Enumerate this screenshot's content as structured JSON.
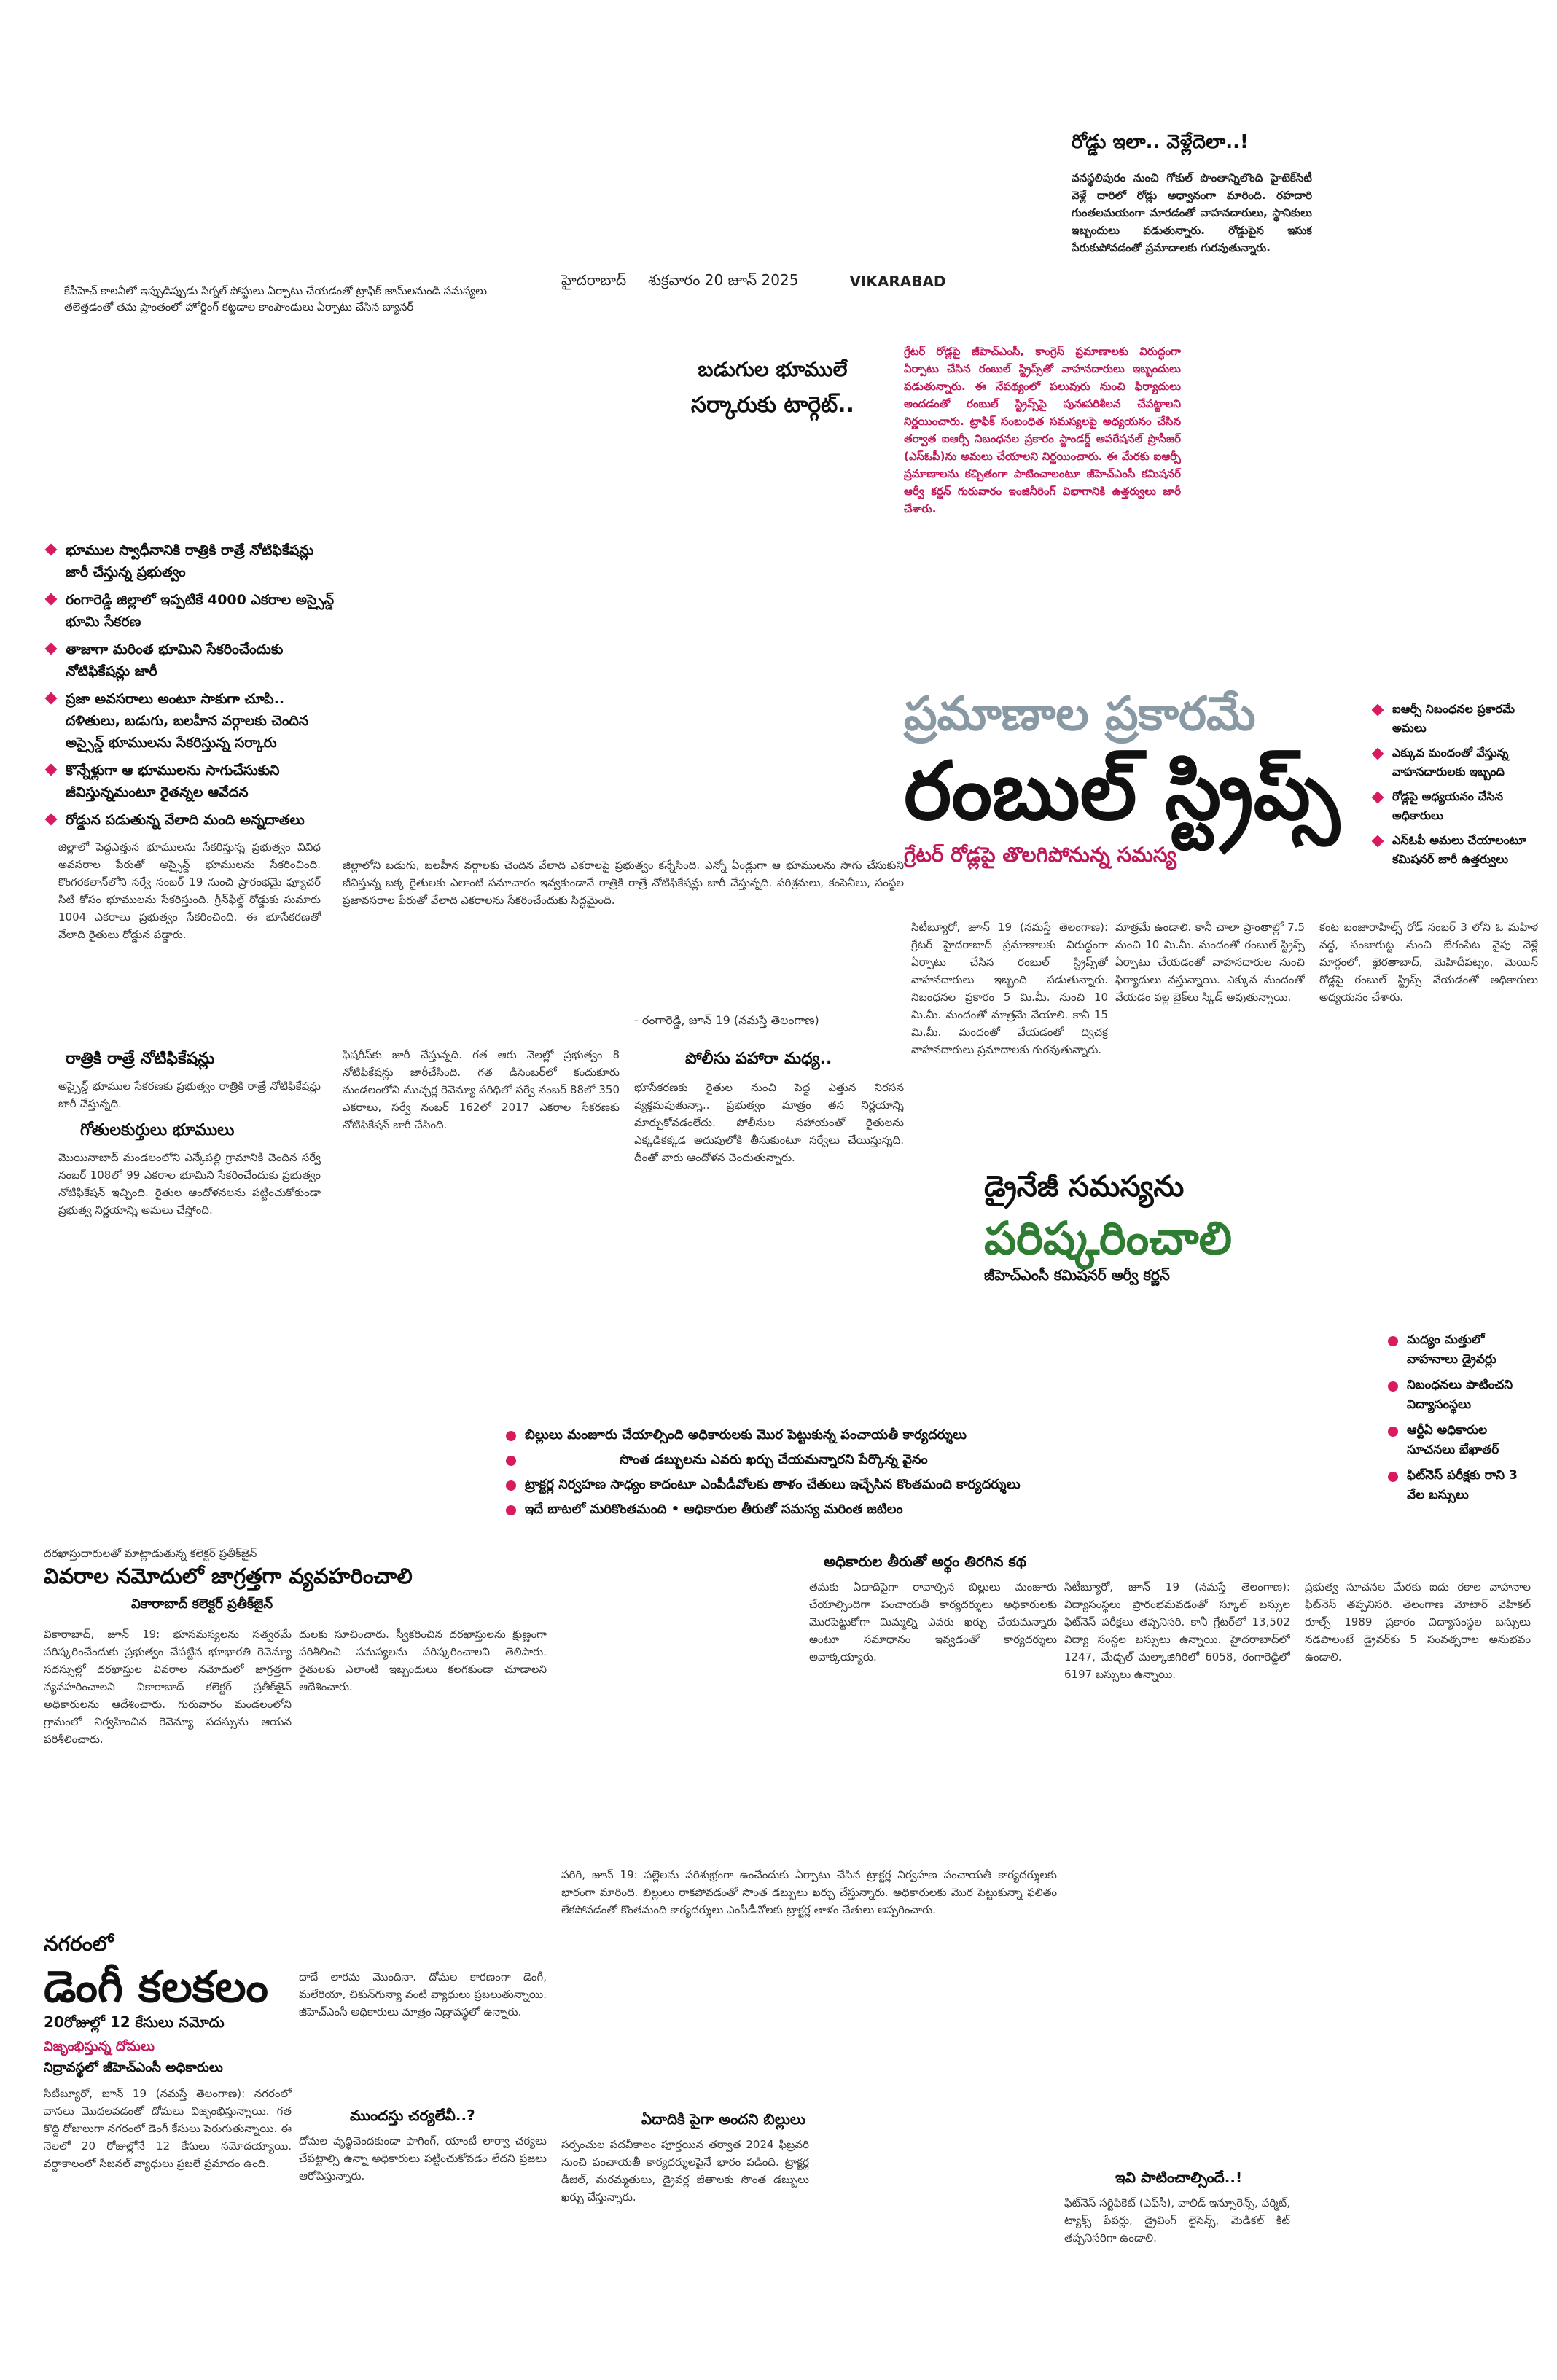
{
  "header": {
    "city": "హైదరాబాద్",
    "date": "శుక్రవారం 20 జూన్ 2025",
    "district": "VIKARABAD",
    "top_caption": "కేపీహెచ్ కాలనీలో ఇప్పుడిప్పుడు సిగ్నల్ పోస్టులు ఏర్పాటు చేయడంతో ట్రాఫిక్ జామ్‌లనుండి సమస్యలు",
    "top_caption2": "తలెత్తడంతో తమ ప్రాంతంలో హోర్డింగ్ కట్టడాల కాంపౌండులు ఏర్పాటు చేసిన బ్యానర్"
  },
  "roads_box": {
    "title": "రోడ్డు ఇలా.. వెళ్లేదెలా..!",
    "body": "వనస్థలిపురం నుంచి గోకుల్ పొంతాన్నిలొంది హైటెక్‌సిటీ వెళ్లే దారిలో రోడ్లు అధ్వానంగా మారింది. రహదారి గుంతలమయంగా మారడంతో వాహనదారులు, స్థానికులు ఇబ్బందులు పడుతున్నారు. రోడ్డుపైన ఇసుక పేరుకుపోవడంతో ప్రమాదాలకు గురవుతున్నారు."
  },
  "land": {
    "kicker": "బడుగుల భూములే",
    "headline": "సర్కారుకు టార్గెట్..",
    "bullets": [
      "భూముల స్వాధీనానికి రాత్రికి రాత్రే నోటిఫికేషన్లు జారీ చేస్తున్న ప్రభుత్వం",
      "రంగారెడ్డి జిల్లాలో ఇప్పటికే 4000 ఎకరాల అస్సైన్డ్ భూమి సేకరణ",
      "తాజాగా మరింత భూమిని సేకరించేందుకు నోటిఫికేషన్లు జారీ",
      "ప్రజా అవసరాలు అంటూ సాకుగా చూపి.. దళితులు, బడుగు, బలహీన వర్గాలకు చెందిన అస్సైన్డ్ భూములను సేకరిస్తున్న సర్కారు",
      "కొన్నేళ్లుగా ఆ భూములను సాగుచేసుకుని జీవిస్తున్నమంటూ రైతన్నల ఆవేదన",
      "రోడ్డున పడుతున్న వేలాది మంది అన్నదాతలు"
    ],
    "sub1": "రాత్రికి రాత్రే నోటిఫికేషన్లు",
    "sub2": "గోతులకుర్తులు భూములు",
    "col1": "జిల్లాలో పెద్దఎత్తున భూములను సేకరిస్తున్న ప్రభుత్వం వివిధ అవసరాల పేరుతో అస్సైన్డ్ భూములను సేకరించింది. కొంగరకలాన్‌లోని సర్వే నంబర్ 19 నుంచి ప్రారంభమై ఫ్యూచర్ సిటీ కోసం భూములను సేకరిస్తుంది. గ్రీన్‌ఫీల్డ్ రోడ్డుకు సుమారు 1004 ఎకరాలు ప్రభుత్వం సేకరించింది. ఈ భూసేకరణతో వేలాది రైతులు రోడ్డున పడ్డారు.",
    "col1b": "అస్సైన్డ్ భూముల సేకరణకు ప్రభుత్వం రాత్రికి రాత్రే నోటిఫికేషన్లు జారీ చేస్తున్నది.",
    "col1c": "మొయినాబాద్ మండలంలోని ఎన్కేపల్లి గ్రామానికి చెందిన సర్వే నంబర్ 108లో 99 ఎకరాల భూమిని సేకరించేందుకు ప్రభుత్వం నోటిఫికేషన్ ఇచ్చింది. రైతుల ఆందోళనలను పట్టించుకోకుండా ప్రభుత్వ నిర్ణయాన్ని అమలు చేస్తోంది.",
    "col2": "జిల్లాలోని బడుగు, బలహీన వర్గాలకు చెందిన వేలాది ఎకరాలపై ప్రభుత్వం కన్నేసింది. ఎన్నో ఏండ్లుగా ఆ భూములను సాగు చేసుకుని జీవిస్తున్న బక్క రైతులకు ఎలాంటి సమాచారం ఇవ్వకుండానే రాత్రికి రాత్రే నోటిఫికేషన్లు జారీ చేస్తున్నది. పరిశ్రమలు, కంపెనీలు, సంస్థల ప్రజావసరాల పేరుతో వేలాది ఎకరాలను సేకరించేందుకు సిద్ధమైంది.",
    "col2b": "ఫిషరీస్‌కు జారీ చేస్తున్నది. గత ఆరు నెలల్లో ప్రభుత్వం 8 నోటిఫికేషన్లు జారీచేసింది. గత డిసెంబర్‌లో కందుకూరు మండలంలోని ముచ్చర్ల రెవెన్యూ పరిధిలో సర్వే నంబర్ 88లో 350 ఎకరాలు, సర్వే నంబర్ 162లో 2017 ఎకరాల సేకరణకు నోటిఫికేషన్ జారీ చేసింది.",
    "byline": "- రంగారెడ్డి, జూన్ 19 (నమస్తే తెలంగాణ)",
    "police_head": "పోలీసు పహారా మధ్య..",
    "col3": "భూసేకరణకు రైతుల నుంచి పెద్ద ఎత్తున నిరసన వ్యక్తమవుతున్నా.. ప్రభుత్వం మాత్రం తన నిర్ణయాన్ని మార్చుకోవడంలేదు. పోలీసుల సహాయంతో రైతులను ఎక్కడికక్కడ అదుపులోకి తీసుకుంటూ సర్వేలు చేయిస్తున్నది. దీంతో వారు ఆందోళన చెందుతున్నారు."
  },
  "rumble": {
    "info": "గ్రేటర్ రోడ్లపై జీహెచ్ఎంసీ, కాంగ్రెస్ ప్రమాణాలకు విరుద్ధంగా ఏర్పాటు చేసిన రంబుల్ స్ట్రిప్స్‌తో వాహనదారులు ఇబ్బందులు పడుతున్నారు. ఈ నేపథ్యంలో పలువురు నుంచి ఫిర్యాదులు అందడంతో రంబుల్ స్ట్రిప్స్‌పై పునఃపరిశీలన చేపట్టాలని నిర్ణయించారు. ట్రాఫిక్ సంబంధిత సమస్యలపై అధ్యయనం చేసిన తర్వాత ఐఆర్సీ నిబంధనల ప్రకారం స్టాండర్డ్ ఆపరేషనల్ ప్రొసీజర్ (ఎస్ఓపీ)ను అమలు చేయాలని నిర్ణయించారు. ఈ మేరకు ఐఆర్సీ ప్రమాణాలను కచ్చితంగా పాటించాలంటూ జీహెచ్ఎంసీ కమిషనర్ ఆర్వీ కర్ణన్ గురువారం ఇంజినీరింగ్ విభాగానికి ఉత్తర్వులు జారీ చేశారు.",
    "kicker": "ప్రమాణాల ప్రకారమే",
    "headline": "రంబుల్ స్ట్రిప్స్",
    "deck": "గ్రేటర్ రోడ్లపై తొలగిపోనున్న సమస్య",
    "bullets": [
      "ఐఆర్సీ నిబంధనల ప్రకారమే అమలు",
      "ఎక్కువ మందంతో వేస్తున్న వాహనదారులకు ఇబ్బంది",
      "రోడ్లపై అధ్యయనం చేసిన అధికారులు",
      "ఎస్ఓపీ అమలు చేయాలంటూ కమిషనర్ జారీ ఉత్తర్వులు"
    ],
    "col1": "సిటీబ్యూరో, జూన్ 19 (నమస్తే తెలంగాణ): గ్రేటర్ హైదరాబాద్ ప్రమాణాలకు విరుద్ధంగా ఏర్పాటు చేసిన రంబుల్ స్ట్రిప్స్‌తో వాహనదారులు ఇబ్బంది పడుతున్నారు. నిబంధనల ప్రకారం 5 మి.మీ. నుంచి 10 మి.మీ. మందంతో మాత్రమే వేయాలి. కానీ 15 మి.మీ. మందంతో వేయడంతో ద్విచక్ర వాహనదారులు ప్రమాదాలకు గురవుతున్నారు.",
    "col2": "మాత్రమే ఉండాలి. కానీ చాలా ప్రాంతాల్లో 7.5 నుంచి 10 మి.మీ. మందంతో రంబుల్ స్ట్రిప్స్ ఏర్పాటు చేయడంతో వాహనదారుల నుంచి ఫిర్యాదులు వస్తున్నాయి. ఎక్కువ మందంతో వేయడం వల్ల బైక్‌లు స్కిడ్ అవుతున్నాయి.",
    "col3": "కంట బంజారాహిల్స్ రోడ్ నంబర్ 3 లోని ఓ మహిళ వద్ద, పంజాగుట్ట నుంచి బేగంపేట వైపు వెళ్లే మార్గంలో, ఖైరతాబాద్, మెహిదీపట్నం, మెయిన్ రోడ్లపై రంబుల్ స్ట్రిప్స్ వేయడంతో అధికారులు అధ్యయనం చేశారు.",
    "drain_kicker": "డ్రైనేజీ సమస్యను",
    "drain_head": "పరిష్కరించాలి",
    "drain_deck": "జీహెచ్ఎంసీ కమిషనర్ ఆర్వీ కర్ణన్"
  },
  "drunk_bullets": [
    "మద్యం మత్తులో వాహనాలు డ్రైవర్లు",
    "నిబంధనలు పాటించని విద్యాసంస్థలు",
    "ఆర్టీఏ అధికారుల సూచనలు బేఖాతర్",
    "ఫిట్‌నెస్ పరీక్షకు రాని 3 వేల బస్సులు"
  ],
  "pay_bullets": [
    "బిల్లులు మంజూరు చేయాల్సింది అధికారులకు మొర పెట్టుకున్న పంచాయతీ కార్యదర్శులు",
    "సొంత డబ్బులను ఎవరు ఖర్చు చేయమన్నారని పేర్కొన్న వైనం",
    "ట్రాక్టర్ల నిర్వహణ సాధ్యం కాదంటూ ఎంపీడీవోలకు తాళం చేతులు ఇచ్చేసిన కొంతమంది కార్యదర్శులు",
    "ఇదే బాటలో మరికొంతమంది • అధికారుల తీరుతో సమస్య మరింత జటిలం"
  ],
  "collector": {
    "kicker": "దరఖాస్తుదారులతో మాట్లాడుతున్న కలెక్టర్ ప్రతీక్‌జైన్",
    "headline": "వివరాల నమోదులో జాగ్రత్తగా వ్యవహరించాలి",
    "deck": "వికారాబాద్ కలెక్టర్ ప్రతీక్‌జైన్",
    "col1": "వికారాబాద్, జూన్ 19: భూసమస్యలను సత్వరమే పరిష్కరించేందుకు ప్రభుత్వం చేపట్టిన భూభారతి రెవెన్యూ సదస్సుల్లో దరఖాస్తుల వివరాల నమోదులో జాగ్రత్తగా వ్యవహరించాలని వికారాబాద్ కలెక్టర్ ప్రతీక్‌జైన్ అధికారులను ఆదేశించారు. గురువారం మండలంలోని గ్రామంలో నిర్వహించిన రెవెన్యూ సదస్సును ఆయన పరిశీలించారు.",
    "col2": "దులకు సూచించారు. స్వీకరించిన దరఖాస్తులను క్షుణ్ణంగా పరిశీలించి సమస్యలను పరిష్కరించాలని తెలిపారు. రైతులకు ఎలాంటి ఇబ్బందులు కలగకుండా చూడాలని ఆదేశించారు."
  },
  "dengue": {
    "kicker": "నగరంలో",
    "headline": "డెంగీ కలకలం",
    "deck": "20రోజుల్లో 12 కేసులు నమోదు",
    "sub": "విజృంభిస్తున్న దోమలు",
    "sub2": "నిద్రావస్థలో జీహెచ్ఎంసీ అధికారులు",
    "col1": "సిటీబ్యూరో, జూన్ 19 (నమస్తే తెలంగాణ): నగరంలో వానలు మొదలవడంతో దోమలు విజృంభిస్తున్నాయి. గత కొద్ది రోజులుగా నగరంలో డెంగీ కేసులు పెరుగుతున్నాయి. ఈ నెలలో 20 రోజుల్లోనే 12 కేసులు నమోదయ్యాయి. వర్షాకాలంలో సీజనల్ వ్యాధులు ప్రబలే ప్రమాదం ఉంది.",
    "col2": "దాదే లారమ మొందినా. దోమల కారణంగా డెంగీ, మలేరియా, చికున్‌గున్యా వంటి వ్యాధులు ప్రబలుతున్నాయి. జీహెచ్ఎంసీ అధికారులు మాత్రం నిద్రావస్థలో ఉన్నారు.",
    "sub3": "ముందస్తు చర్యలేవీ..?",
    "col2b": "దోమల వృద్ధిచెందకుండా ఫాగింగ్, యాంటీ లార్వా చర్యలు చేపట్టాల్సి ఉన్నా అధికారులు పట్టించుకోవడం లేదని ప్రజలు ఆరోపిస్తున్నారు."
  },
  "village": {
    "intro": "పరిగి, జూన్ 19: పల్లెలను పరిశుభ్రంగా ఉంచేందుకు ఏర్పాటు చేసిన ట్రాక్టర్ల నిర్వహణ పంచాయతీ కార్యదర్శులకు భారంగా మారింది. బిల్లులు రాకపోవడంతో సొంత డబ్బులు ఖర్చు చేస్తున్నారు. అధికారులకు మొర పెట్టుకున్నా ఫలితం లేకపోవడంతో కొంతమంది కార్యదర్శులు ఎంపీడీవోలకు ట్రాక్టర్ల తాళం చేతులు అప్పగించారు.",
    "sub": "ఏదాదికి పైగా అందని బిల్లులు",
    "col2": "సర్పంచుల పదవీకాలం పూర్తయిన తర్వాత 2024 ఫిబ్రవరి నుంచి పంచాయతీ కార్యదర్శులపైనే భారం పడింది. ట్రాక్టర్ల డీజిల్, మరమ్మతులు, డ్రైవర్ల జీతాలకు సొంత డబ్బులు ఖర్చు చేస్తున్నారు.",
    "story_head": "అధికారుల తీరుతో అర్థం తిరగిన కథ",
    "col3": "తమకు ఏదాదిపైగా రావాల్సిన బిల్లులు మంజూరు చేయాల్సిందిగా పంచాయతీ కార్యదర్శులు అధికారులకు మొరపెట్టుకోగా మిమ్మల్ని ఎవరు ఖర్చు చేయమన్నారు అంటూ సమాధానం ఇవ్వడంతో కార్యదర్శులు అవాక్కయ్యారు."
  },
  "bus": {
    "col1": "సిటీబ్యూరో, జూన్ 19 (నమస్తే తెలంగాణ): విద్యాసంస్థలు ప్రారంభమవడంతో స్కూల్ బస్సుల ఫిట్‌నెస్ పరీక్షలు తప్పనిసరి. కానీ గ్రేటర్‌లో 13,502 విద్యా సంస్థల బస్సులు ఉన్నాయి. హైదరాబాద్‌లో 1247, మేడ్చల్ మల్కాజిగిరిలో 6058, రంగారెడ్డిలో 6197 బస్సులు ఉన్నాయి.",
    "col2": "ప్రభుత్వ సూచనల మేరకు ఐదు రకాల వాహనాల ఫిట్‌నెస్ తప్పనిసరి. తెలంగాణ మోటార్ వెహికల్ రూల్స్ 1989 ప్రకారం విద్యాసంస్థల బస్సులు నడపాలంటే డ్రైవర్‌కు 5 సంవత్సరాల అనుభవం ఉండాలి.",
    "sub": "ఇవి పాటించాల్సిందే..!",
    "col3": "ఫిట్‌నెస్ సర్టిఫికెట్ (ఎఫ్‌సీ), వాలిడ్ ఇన్సూరెన్స్, పర్మిట్, ట్యాక్స్ పేపర్లు, డ్రైవింగ్ లైసెన్స్, మెడికల్ కిట్ తప్పనిసరిగా ఉండాలి."
  }
}
